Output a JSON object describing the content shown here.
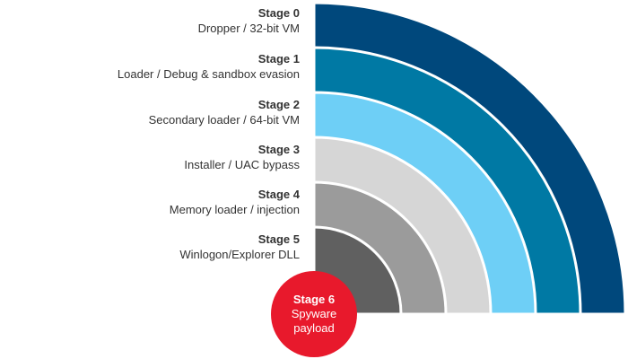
{
  "stages": [
    {
      "name": "Stage 0",
      "description": "Dropper / 32-bit VM",
      "color": "#00487c"
    },
    {
      "name": "Stage 1",
      "description": "Loader / Debug & sandbox evasion",
      "color": "#0079a4"
    },
    {
      "name": "Stage 2",
      "description": "Secondary loader / 64-bit VM",
      "color": "#6ecff6"
    },
    {
      "name": "Stage 3",
      "description": "Installer / UAC bypass",
      "color": "#d6d6d6"
    },
    {
      "name": "Stage 4",
      "description": "Memory loader / injection",
      "color": "#9b9b9b"
    },
    {
      "name": "Stage 5",
      "description": "Winlogon/Explorer DLL",
      "color": "#606060"
    }
  ],
  "core": {
    "name": "Stage 6",
    "line1": "Spyware",
    "line2": "payload",
    "color": "#e8192c"
  }
}
